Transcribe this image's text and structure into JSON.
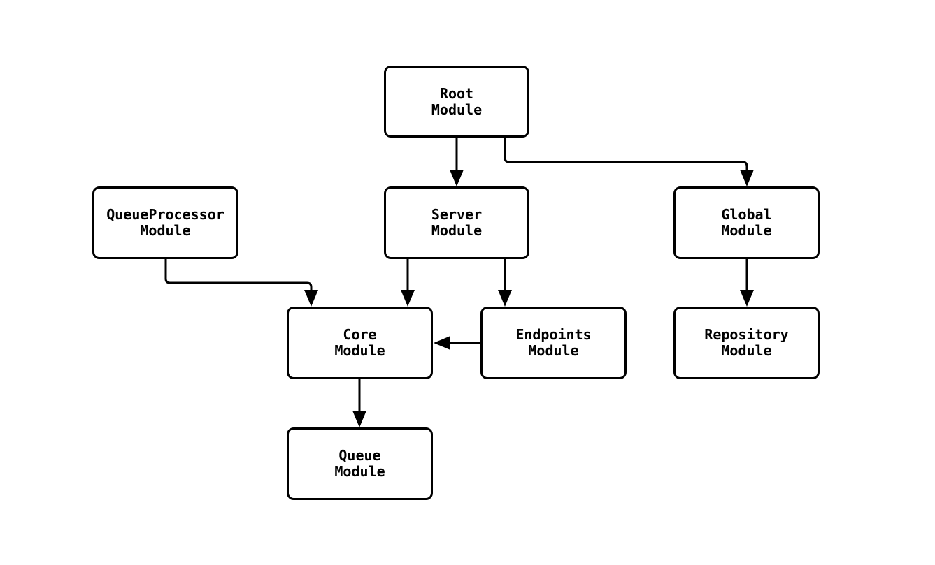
{
  "diagram": {
    "type": "flowchart",
    "direction": "top-down",
    "background_color": "#ffffff",
    "node_border_color": "#000000",
    "node_fill_color": "#ffffff",
    "edge_color": "#000000",
    "text_color": "#000000",
    "nodes": [
      {
        "id": "root",
        "label": "Root\nModule"
      },
      {
        "id": "server",
        "label": "Server\nModule"
      },
      {
        "id": "queueprocessor",
        "label": "QueueProcessor\nModule"
      },
      {
        "id": "global",
        "label": "Global\nModule"
      },
      {
        "id": "core",
        "label": "Core\nModule"
      },
      {
        "id": "endpoints",
        "label": "Endpoints\nModule"
      },
      {
        "id": "repository",
        "label": "Repository\nModule"
      },
      {
        "id": "queue",
        "label": "Queue\nModule"
      }
    ],
    "edges": [
      {
        "from": "root",
        "to": "server"
      },
      {
        "from": "root",
        "to": "global"
      },
      {
        "from": "server",
        "to": "core"
      },
      {
        "from": "server",
        "to": "endpoints"
      },
      {
        "from": "queueprocessor",
        "to": "core"
      },
      {
        "from": "endpoints",
        "to": "core"
      },
      {
        "from": "global",
        "to": "repository"
      },
      {
        "from": "core",
        "to": "queue"
      }
    ]
  }
}
